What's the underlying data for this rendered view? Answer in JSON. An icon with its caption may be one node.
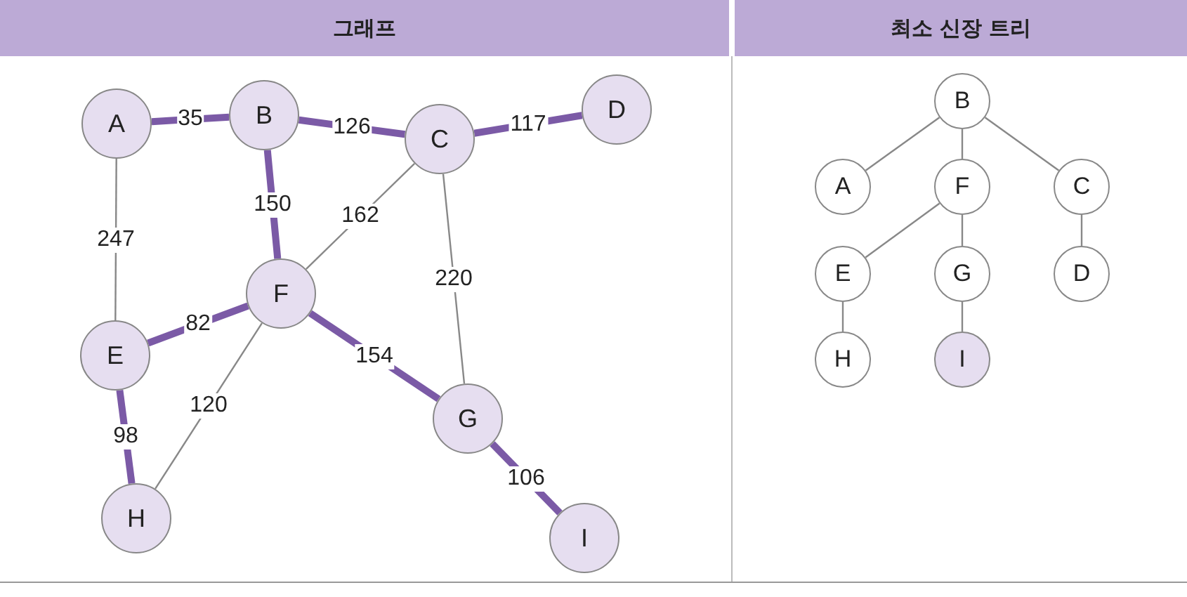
{
  "diagram": {
    "nodes": [
      {
        "text": [
          "그래프"
        ]
      },
      {
        "text": [
          "최소 신장 트리"
        ]
      },
      {
        "text": [
          "A"
        ]
      },
      {
        "text": [
          "B"
        ]
      },
      {
        "text": [
          "C"
        ]
      },
      {
        "text": [
          "D"
        ]
      },
      {
        "text": [
          "F"
        ]
      },
      {
        "text": [
          "E"
        ]
      },
      {
        "text": [
          "G"
        ]
      },
      {
        "text": [
          "H"
        ]
      },
      {
        "text": [
          "I"
        ]
      },
      {
        "text": [
          "B"
        ]
      },
      {
        "text": [
          "A"
        ]
      },
      {
        "text": [
          "F"
        ]
      },
      {
        "text": [
          "C"
        ]
      },
      {
        "text": [
          "E"
        ]
      },
      {
        "text": [
          "G"
        ]
      },
      {
        "text": [
          "D"
        ]
      },
      {
        "text": [
          "H"
        ]
      },
      {
        "text": [
          "I"
        ]
      }
    ],
    "edges": [
      {
        "from": 2,
        "to": 3,
        "arrow": "none",
        "label": "35",
        "style": "thick",
        "color": "#7b5aa6"
      },
      {
        "from": 3,
        "to": 4,
        "arrow": "none",
        "label": "126",
        "style": "thick",
        "color": "#7b5aa6"
      },
      {
        "from": 4,
        "to": 5,
        "arrow": "none",
        "label": "117",
        "style": "thick",
        "color": "#7b5aa6"
      },
      {
        "from": 2,
        "to": 7,
        "arrow": "none",
        "label": "247"
      },
      {
        "from": 3,
        "to": 6,
        "arrow": "none",
        "label": "150",
        "style": "thick",
        "color": "#7b5aa6"
      },
      {
        "from": 4,
        "to": 6,
        "arrow": "none",
        "label": "162"
      },
      {
        "from": 4,
        "to": 8,
        "arrow": "none",
        "label": "220"
      },
      {
        "from": 7,
        "to": 6,
        "arrow": "none",
        "label": "82",
        "style": "thick",
        "color": "#7b5aa6"
      },
      {
        "from": 6,
        "to": 8,
        "arrow": "none",
        "label": "154",
        "style": "thick",
        "color": "#7b5aa6"
      },
      {
        "from": 6,
        "to": 9,
        "arrow": "none",
        "label": "120"
      },
      {
        "from": 7,
        "to": 9,
        "arrow": "none",
        "label": "98",
        "style": "thick",
        "color": "#7b5aa6"
      },
      {
        "from": 8,
        "to": 10,
        "arrow": "none",
        "label": "106",
        "style": "thick",
        "color": "#7b5aa6"
      },
      {
        "from": 11,
        "to": 12,
        "arrow": "none"
      },
      {
        "from": 11,
        "to": 13,
        "arrow": "none"
      },
      {
        "from": 11,
        "to": 14,
        "arrow": "none"
      },
      {
        "from": 13,
        "to": 15,
        "arrow": "none"
      },
      {
        "from": 13,
        "to": 16,
        "arrow": "none"
      },
      {
        "from": 14,
        "to": 17,
        "arrow": "none"
      },
      {
        "from": 15,
        "to": 18,
        "arrow": "none"
      },
      {
        "from": 16,
        "to": 19,
        "arrow": "none"
      }
    ]
  }
}
